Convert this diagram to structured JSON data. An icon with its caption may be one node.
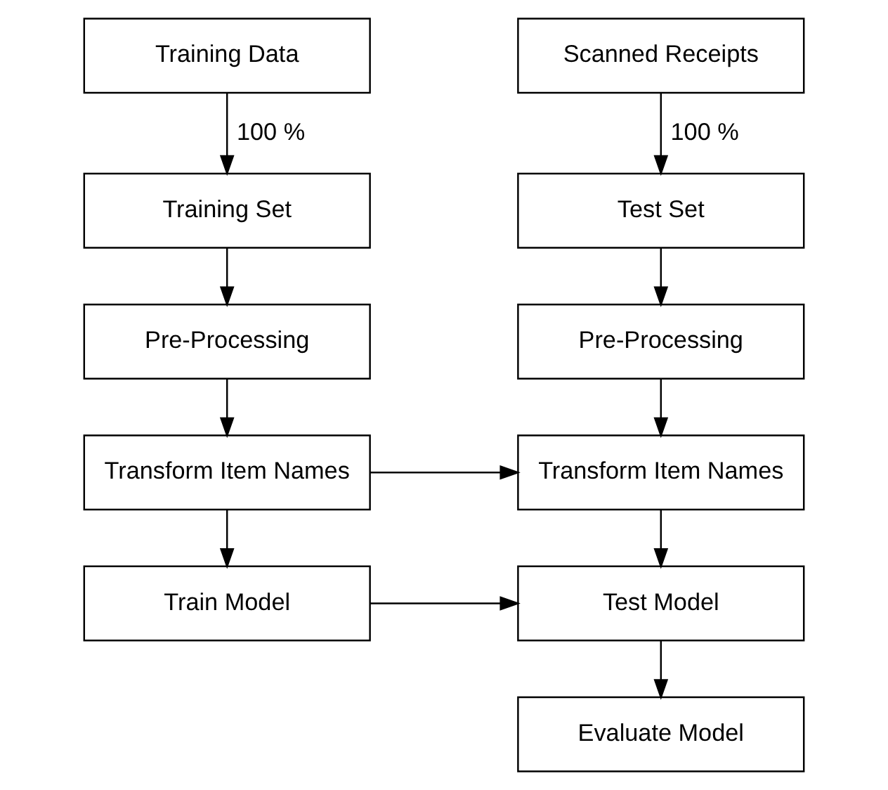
{
  "diagram": {
    "nodes": [
      {
        "text": [
          "Training Data"
        ]
      },
      {
        "text": [
          "Scanned Receipts"
        ]
      },
      {
        "text": [
          "Training Set"
        ]
      },
      {
        "text": [
          "Test Set"
        ]
      },
      {
        "text": [
          "Pre-Processing"
        ]
      },
      {
        "text": [
          "Pre-Processing"
        ]
      },
      {
        "text": [
          "Transform Item Names"
        ]
      },
      {
        "text": [
          "Transform Item Names"
        ]
      },
      {
        "text": [
          "Train Model"
        ]
      },
      {
        "text": [
          "Test Model"
        ]
      },
      {
        "text": [
          "Evaluate Model"
        ]
      }
    ],
    "edges": [
      {
        "from": 0,
        "to": 2,
        "arrow": "to",
        "label": "100 %"
      },
      {
        "from": 1,
        "to": 3,
        "arrow": "to",
        "label": "100 %"
      },
      {
        "from": 2,
        "to": 4,
        "arrow": "to"
      },
      {
        "from": 3,
        "to": 5,
        "arrow": "to"
      },
      {
        "from": 4,
        "to": 6,
        "arrow": "to"
      },
      {
        "from": 5,
        "to": 7,
        "arrow": "to"
      },
      {
        "from": 6,
        "to": 7,
        "arrow": "to"
      },
      {
        "from": 6,
        "to": 8,
        "arrow": "to"
      },
      {
        "from": 7,
        "to": 9,
        "arrow": "to"
      },
      {
        "from": 8,
        "to": 9,
        "arrow": "to"
      },
      {
        "from": 9,
        "to": 10,
        "arrow": "to"
      }
    ]
  }
}
